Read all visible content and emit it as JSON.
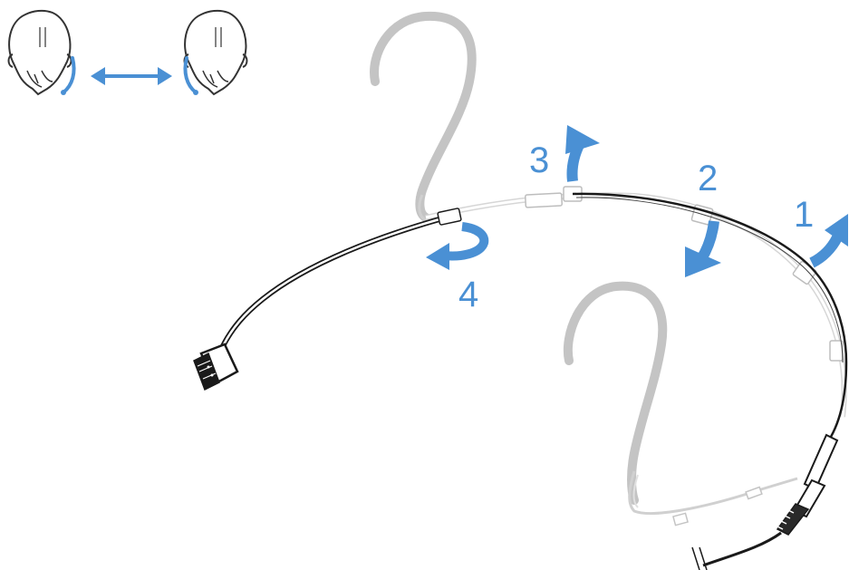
{
  "colors": {
    "accent": "#4a90d4",
    "ear_hook": "#c4c4c4",
    "cable": "#1a1a1a",
    "outline": "#333333"
  },
  "icons": {
    "head_left": "head-top-view-icon",
    "head_right": "head-top-view-icon",
    "swap_arrow": "double-arrow-icon",
    "rotate_arrow": "rotate-arrow-icon"
  },
  "steps": [
    {
      "label": "1"
    },
    {
      "label": "2"
    },
    {
      "label": "3"
    },
    {
      "label": "4"
    }
  ]
}
